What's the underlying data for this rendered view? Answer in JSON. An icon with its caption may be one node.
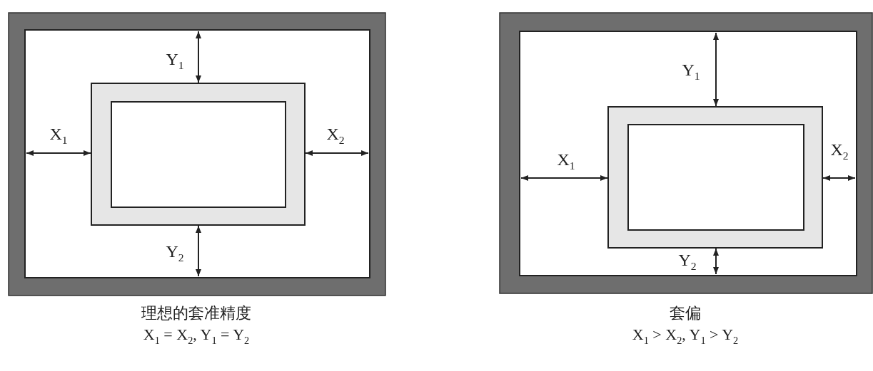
{
  "diagram": {
    "labels": [
      "Y$_{1}$",
      "X$_{1}$",
      "X$_{2}$",
      "Y$_{2}$",
      "Y$_{1}$",
      "X$_{1}$",
      "X$_{2}$",
      "Y$_{2}$",
      "理想的套准精度",
      "X$_{1}$ = X$_{2}$, Y$_{1}$ = Y$_{2}$",
      "套偏",
      "X$_{1}$ > X$_{2}$, Y$_{1}$ > Y$_{2}$"
    ]
  }
}
